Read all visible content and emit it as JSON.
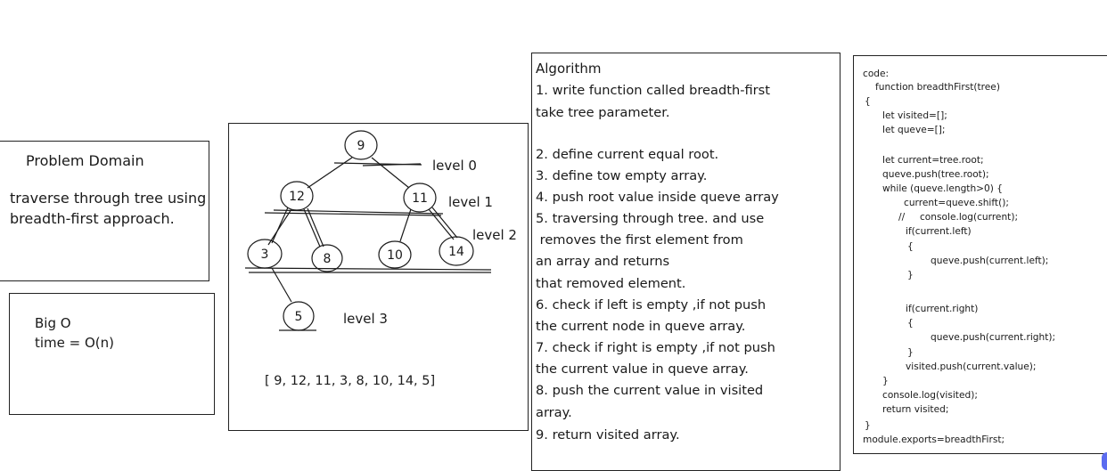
{
  "problem": {
    "title": "Problem Domain",
    "description": "traverse through tree using breadth-first approach."
  },
  "bigo": {
    "line1": "Big O",
    "line2": "time = O(n)"
  },
  "tree": {
    "nodes": {
      "n9": "9",
      "n12": "12",
      "n11": "11",
      "n3": "3",
      "n8": "8",
      "n10": "10",
      "n14": "14",
      "n5": "5"
    },
    "levels": {
      "l0": "level 0",
      "l1": "level 1",
      "l2": "level 2",
      "l3": "level 3"
    },
    "result": "[ 9, 12, 11, 3, 8, 10, 14, 5]"
  },
  "algorithm": {
    "title": "Algorithm",
    "lines": [
      "1. write function called breadth-first",
      "take tree parameter.",
      "",
      "2. define current equal root.",
      "3. define tow empty array.",
      "4. push root value inside queve array",
      "5. traversing through tree. and use",
      " removes the first element from",
      "an array and returns",
      "that removed element.",
      "6. check if left is empty ,if not push",
      "the current node in queve array.",
      "7. check if right is empty ,if not push",
      "the current value in queve array.",
      "8. push the current value in visited",
      "array.",
      "9. return visited array."
    ]
  },
  "code": {
    "lines": [
      "code:",
      "function breadthFirst(tree)",
      "{",
      "let visited=[];",
      "let queve=[];",
      "",
      "let current=tree.root;",
      "queve.push(tree.root);",
      "while (queve.length>0) {",
      "current=queve.shift();",
      "//     console.log(current);",
      "if(current.left)",
      "{",
      "queve.push(current.left);",
      "}",
      "",
      "if(current.right)",
      "{",
      "queve.push(current.right);",
      "}",
      "visited.push(current.value);",
      "}",
      "console.log(visited);",
      "return visited;",
      "}",
      "module.exports=breadthFirst;"
    ]
  },
  "colors": {
    "ink": "#1a1a1a",
    "accent": "#5b6cf0"
  }
}
